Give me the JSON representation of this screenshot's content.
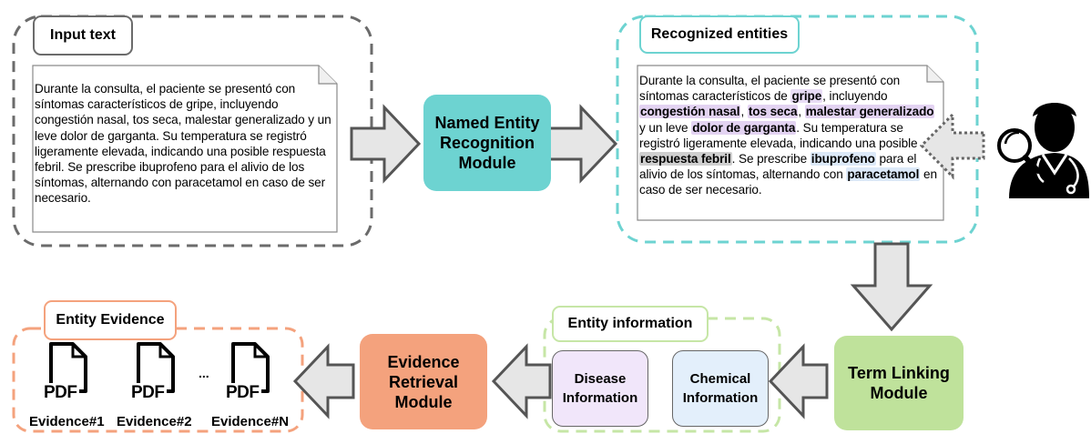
{
  "input_panel": {
    "title": "Input text",
    "text": "Durante la consulta, el paciente se presentó con síntomas característicos de gripe, incluyendo congestión nasal, tos seca, malestar generalizado y un leve dolor de garganta. Su temperatura se registró ligeramente elevada, indicando una posible respuesta febril. Se prescribe ibuprofeno para el alivio de los síntomas, alternando con paracetamol en caso de ser necesario."
  },
  "ner_module": {
    "label": "Named Entity Recognition Module"
  },
  "recognized_panel": {
    "title": "Recognized entities",
    "segments": [
      {
        "text": "Durante la consulta, el paciente se presentó con síntomas característicos de ",
        "type": "plain"
      },
      {
        "text": "gripe",
        "type": "disease"
      },
      {
        "text": ", incluyendo ",
        "type": "plain"
      },
      {
        "text": "congestión nasal",
        "type": "symptom"
      },
      {
        "text": ", ",
        "type": "plain"
      },
      {
        "text": "tos seca",
        "type": "symptom"
      },
      {
        "text": ", ",
        "type": "plain"
      },
      {
        "text": "malestar generalizado",
        "type": "symptom"
      },
      {
        "text": " y un leve ",
        "type": "plain"
      },
      {
        "text": "dolor de garganta",
        "type": "symptom"
      },
      {
        "text": ". Su temperatura se registró ligeramente elevada, indicando una posible ",
        "type": "plain"
      },
      {
        "text": "respuesta febril",
        "type": "fever"
      },
      {
        "text": ". Se prescribe ",
        "type": "plain"
      },
      {
        "text": "ibuprofeno",
        "type": "drug"
      },
      {
        "text": " para el alivio de los síntomas, alternando con ",
        "type": "plain"
      },
      {
        "text": "paracetamol",
        "type": "drug"
      },
      {
        "text": " en caso de ser necesario.",
        "type": "plain"
      }
    ]
  },
  "expert_icon": "doctor-with-magnifier-icon",
  "term_linking_module": {
    "label": "Term Linking Module"
  },
  "entity_info_panel": {
    "title": "Entity information",
    "disease": "Disease Information",
    "chemical": "Chemical Information"
  },
  "evidence_module": {
    "label": "Evidence Retrieval Module"
  },
  "evidence_panel": {
    "title": "Entity Evidence",
    "pdf_label": "PDF",
    "ellipsis": "...",
    "items": [
      "Evidence#1",
      "Evidence#2",
      "Evidence#N"
    ]
  },
  "colors": {
    "input_border": "#6b6b6b",
    "recognized_border": "#6dd3d1",
    "ner_fill": "#6dd3d1",
    "term_fill": "#bfe29b",
    "entity_info_border": "#c6e6a6",
    "disease_fill": "#f1e6fa",
    "chemical_fill": "#e3effb",
    "evidence_fill": "#f4a27d",
    "evidence_border": "#f4a27d",
    "arrow_fill": "#e6e6e6",
    "arrow_stroke": "#555555"
  }
}
